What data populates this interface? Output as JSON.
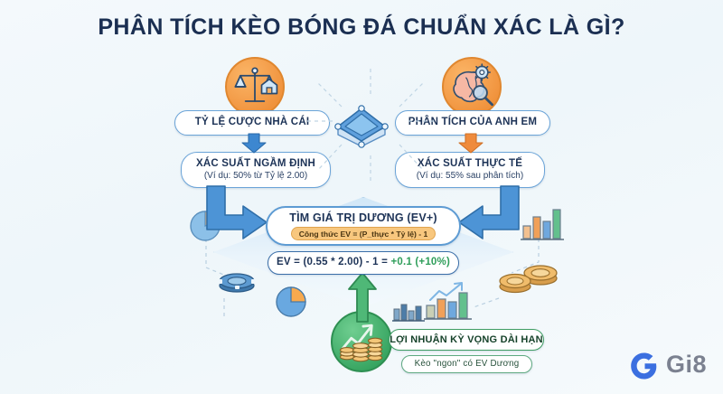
{
  "page": {
    "title": "PHÂN TÍCH KÈO BÓNG ĐÁ CHUẨN XÁC LÀ GÌ?",
    "background_color": "#f2f8fb",
    "title_color": "#1b2f52"
  },
  "sources": {
    "bookmaker": {
      "label": "TỶ LỆ CƯỢC NHÀ CÁI",
      "icon": "scales-house-icon",
      "badge_color": "#f0923c"
    },
    "analysis": {
      "label": "PHÂN TÍCH CỦA ANH EM",
      "icon": "brain-gear-magnifier-icon",
      "badge_color": "#f0923c"
    },
    "hub_icon": "data-diamond-icon"
  },
  "probabilities": {
    "implied": {
      "title": "XÁC SUẤT NGẦM ĐỊNH",
      "example": "(Ví dụ: 50% từ Tỷ lệ 2.00)",
      "arrow_color": "#3d87d0"
    },
    "real": {
      "title": "XÁC SUẤT THỰC TẾ",
      "example": "(Ví dụ: 55% sau phân tích)",
      "arrow_color": "#ef8b3c"
    }
  },
  "ev": {
    "title": "TÌM GIÁ TRỊ DƯƠNG (EV+)",
    "formula": "Công thức EV = (P_thực * Tỷ lệ) - 1",
    "formula_bg": "#f8c77e",
    "calculation_prefix": "EV = (0.55 * 2.00) - 1 = ",
    "calculation_result": "+0.1 (+10%)",
    "result_color": "#2f9e5a"
  },
  "outcome": {
    "title": "LỢI NHUẬN KỲ VỌNG DÀI HẠN",
    "subtitle": "Kèo \"ngon\" có EV Dương",
    "icon": "coins-growth-arrow-icon",
    "badge_color": "#35a35f",
    "arrow_color": "#3f9d63"
  },
  "decorations": [
    {
      "name": "pie-chart-small-left",
      "type": "pie"
    },
    {
      "name": "poker-chip-left",
      "type": "chip"
    },
    {
      "name": "pie-chart-bottom-left",
      "type": "pie"
    },
    {
      "name": "bar-chart-right",
      "type": "bars"
    },
    {
      "name": "gold-coin-right",
      "type": "coin"
    },
    {
      "name": "bar-chart-growth-bottom-right",
      "type": "bars-arrow"
    },
    {
      "name": "gold-coin-bottom-right",
      "type": "coin"
    },
    {
      "name": "bar-chart-top-center",
      "type": "bars"
    }
  ],
  "brand": {
    "name": "Gi8",
    "logo": "g-mark-icon",
    "logo_color": "#3b6fe0",
    "text_color": "#7b8190"
  }
}
